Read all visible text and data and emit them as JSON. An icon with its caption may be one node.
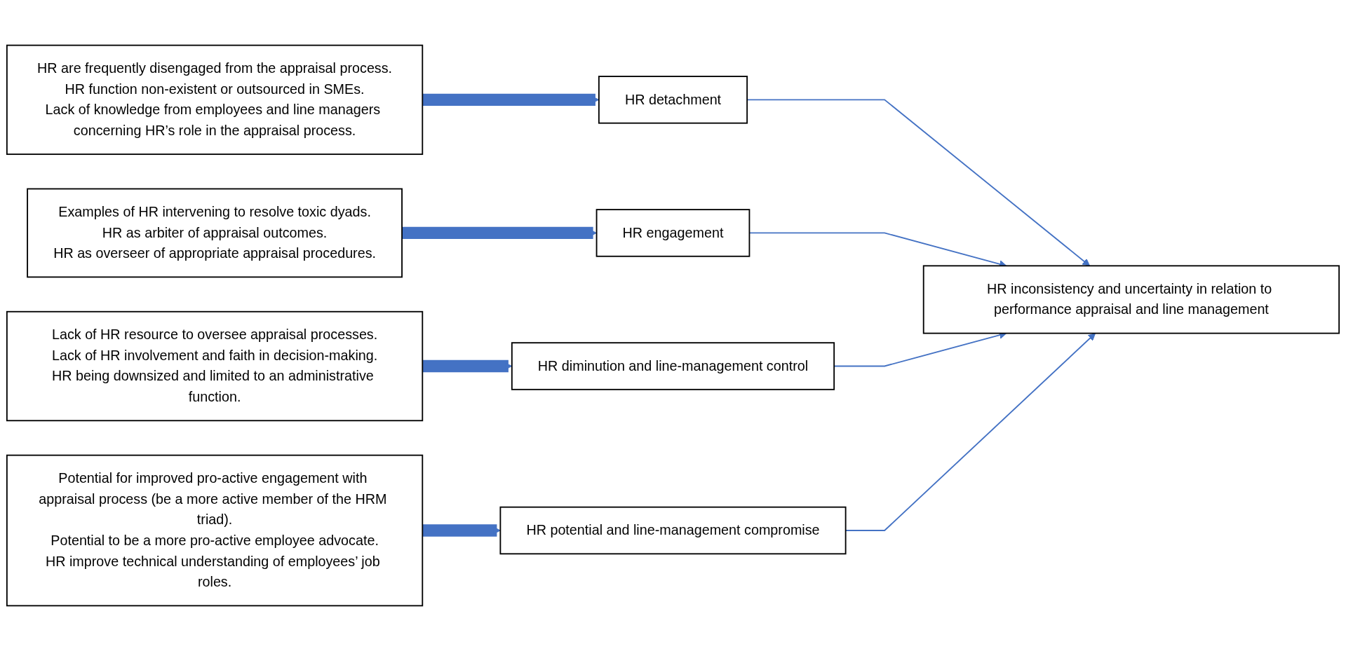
{
  "diagram": {
    "nodes": [
      {
        "text": [
          "HR are frequently disengaged from the appraisal process.",
          "HR function non-existent or outsourced in SMEs.",
          "Lack of knowledge from employees and line managers concerning HR’s role in the appraisal process."
        ]
      },
      {
        "text": [
          "Examples of HR intervening to resolve toxic dyads.",
          "HR as arbiter of appraisal outcomes.",
          "HR as overseer of appropriate appraisal procedures."
        ]
      },
      {
        "text": [
          "Lack of HR resource to oversee appraisal processes.",
          "Lack of HR involvement and faith in decision-making.",
          "HR being downsized and limited to an administrative function."
        ]
      },
      {
        "text": [
          "Potential for improved pro-active engagement with appraisal process (be a more active member of the HRM triad).",
          "Potential to be a more pro-active employee advocate.",
          "HR improve technical understanding of employees’ job roles."
        ]
      },
      {
        "text": [
          "HR detachment"
        ]
      },
      {
        "text": [
          "HR engagement"
        ]
      },
      {
        "text": [
          "HR diminution and line-management control"
        ]
      },
      {
        "text": [
          "HR potential and line-management compromise"
        ]
      },
      {
        "text": [
          "HR inconsistency and uncertainty in relation to performance appraisal and line management"
        ]
      }
    ],
    "edges": [
      {
        "from": 0,
        "to": 4,
        "arrow": "to",
        "style": "thick"
      },
      {
        "from": 1,
        "to": 5,
        "arrow": "to",
        "style": "thick"
      },
      {
        "from": 2,
        "to": 6,
        "arrow": "to",
        "style": "thick"
      },
      {
        "from": 3,
        "to": 7,
        "arrow": "to",
        "style": "thick"
      },
      {
        "from": 4,
        "to": 8,
        "arrow": "to"
      },
      {
        "from": 5,
        "to": 8,
        "arrow": "to"
      },
      {
        "from": 6,
        "to": 8,
        "arrow": "to"
      },
      {
        "from": 7,
        "to": 8,
        "arrow": "to"
      }
    ]
  }
}
